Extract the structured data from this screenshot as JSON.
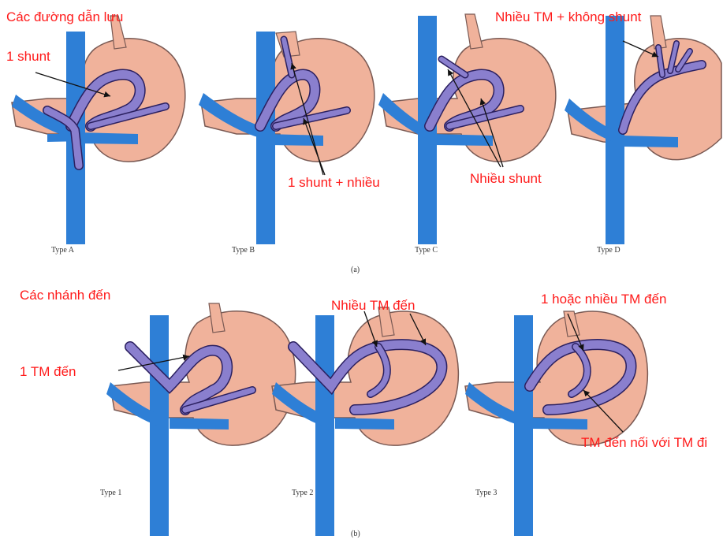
{
  "annotations": {
    "drainage_title": "Các đường dẫn lưu",
    "one_shunt": "1 shunt",
    "many_tm_no_shunt": "Nhiều TM + không  shunt",
    "one_shunt_many": "1 shunt + nhiều",
    "many_shunt": "Nhiều shunt",
    "afferent_title": "Các nhánh đến",
    "one_tm_in": "1 TM đến",
    "many_tm_in": "Nhiều TM đến",
    "one_or_many_tm_in": "1 hoặc nhiều TM đến",
    "tm_in_connect_out": "TM đến nối với TM đi"
  },
  "captions": {
    "type_a": "Type A",
    "type_b": "Type B",
    "type_c": "Type C",
    "type_d": "Type D",
    "type_1": "Type 1",
    "type_2": "Type 2",
    "type_3": "Type 3",
    "part_a": "(a)",
    "part_b": "(b)"
  },
  "colors": {
    "stomach": "#f0b29b",
    "stomach_edge": "#7a5a54",
    "vein_blue": "#2e7fd6",
    "varix_purple": "#8a7fce",
    "varix_edge": "#2b2060",
    "annotation": "#ff1a1a"
  }
}
